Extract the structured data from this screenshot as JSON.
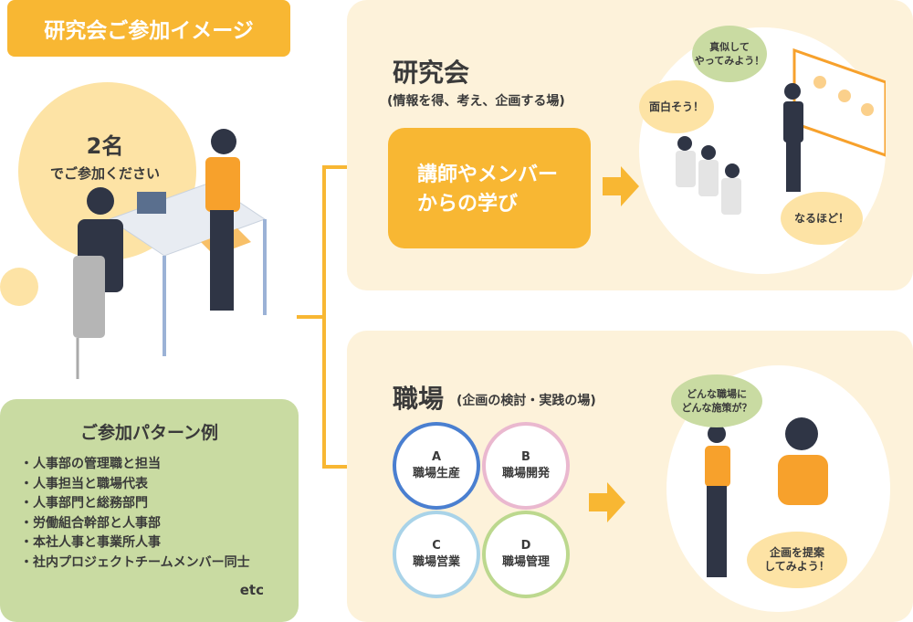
{
  "title": "研究会ご参加イメージ",
  "participants": {
    "count": "2名",
    "text": "でご参加ください"
  },
  "patterns": {
    "heading": "ご参加パターン例",
    "items": [
      "・人事部の管理職と担当",
      "・人事担当と職場代表",
      "・人事部門と総務部門",
      "・労働組合幹部と人事部",
      "・本社人事と事業所人事",
      "・社内プロジェクトチームメンバー同士"
    ],
    "etc": "etc"
  },
  "study": {
    "heading": "研究会",
    "subtitle": "(情報を得、考え、企画する場)",
    "box": [
      "講師やメンバー",
      "からの学び"
    ],
    "bubbles": [
      "真似して\nやってみよう！",
      "面白そう！",
      "なるほど！"
    ]
  },
  "workplace": {
    "heading": "職場",
    "subtitle": "(企画の検討・実践の場)",
    "circles": [
      {
        "letter": "A",
        "label": "職場生産",
        "color": "#4a7fd0"
      },
      {
        "letter": "B",
        "label": "職場開発",
        "color": "#eab8cf"
      },
      {
        "letter": "C",
        "label": "職場営業",
        "color": "#a9d3e8"
      },
      {
        "letter": "D",
        "label": "職場管理",
        "color": "#bcd88e"
      }
    ],
    "bubbles": [
      "どんな職場に\nどんな施策が？",
      "企画を提案\nしてみよう！"
    ]
  }
}
